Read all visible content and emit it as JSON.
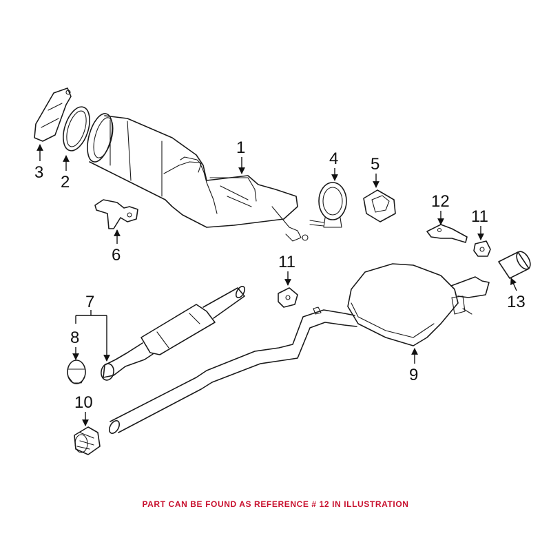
{
  "colors": {
    "line": "#1a1a1a",
    "note": "#c8102e"
  },
  "callouts": [
    "1",
    "2",
    "3",
    "4",
    "5",
    "6",
    "7",
    "8",
    "9",
    "10",
    "11",
    "11",
    "12",
    "13"
  ],
  "footnote": "PART CAN BE FOUND AS REFERENCE # 12 IN ILLUSTRATION"
}
